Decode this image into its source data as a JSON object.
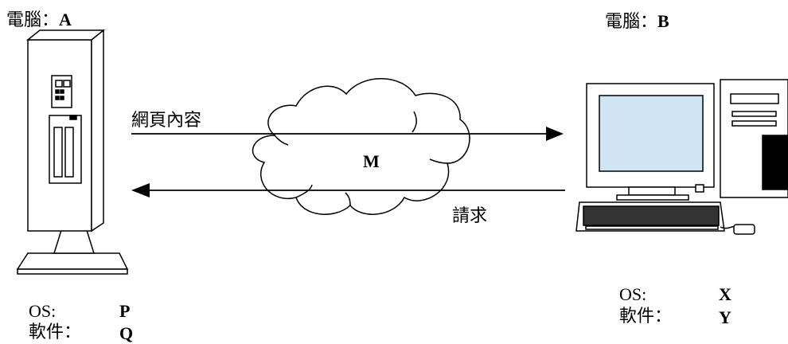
{
  "computer_a": {
    "title_prefix": "電腦：",
    "name": "A",
    "os_label": "OS:",
    "os_value": "P",
    "software_label": "軟件：",
    "software_value": "Q"
  },
  "computer_b": {
    "title_prefix": "電腦：",
    "name": "B",
    "os_label": "OS:",
    "os_value": "X",
    "software_label": "軟件：",
    "software_value": "Y"
  },
  "network": {
    "name": "M"
  },
  "arrows": {
    "response_label": "網頁內容",
    "request_label": "請求"
  }
}
